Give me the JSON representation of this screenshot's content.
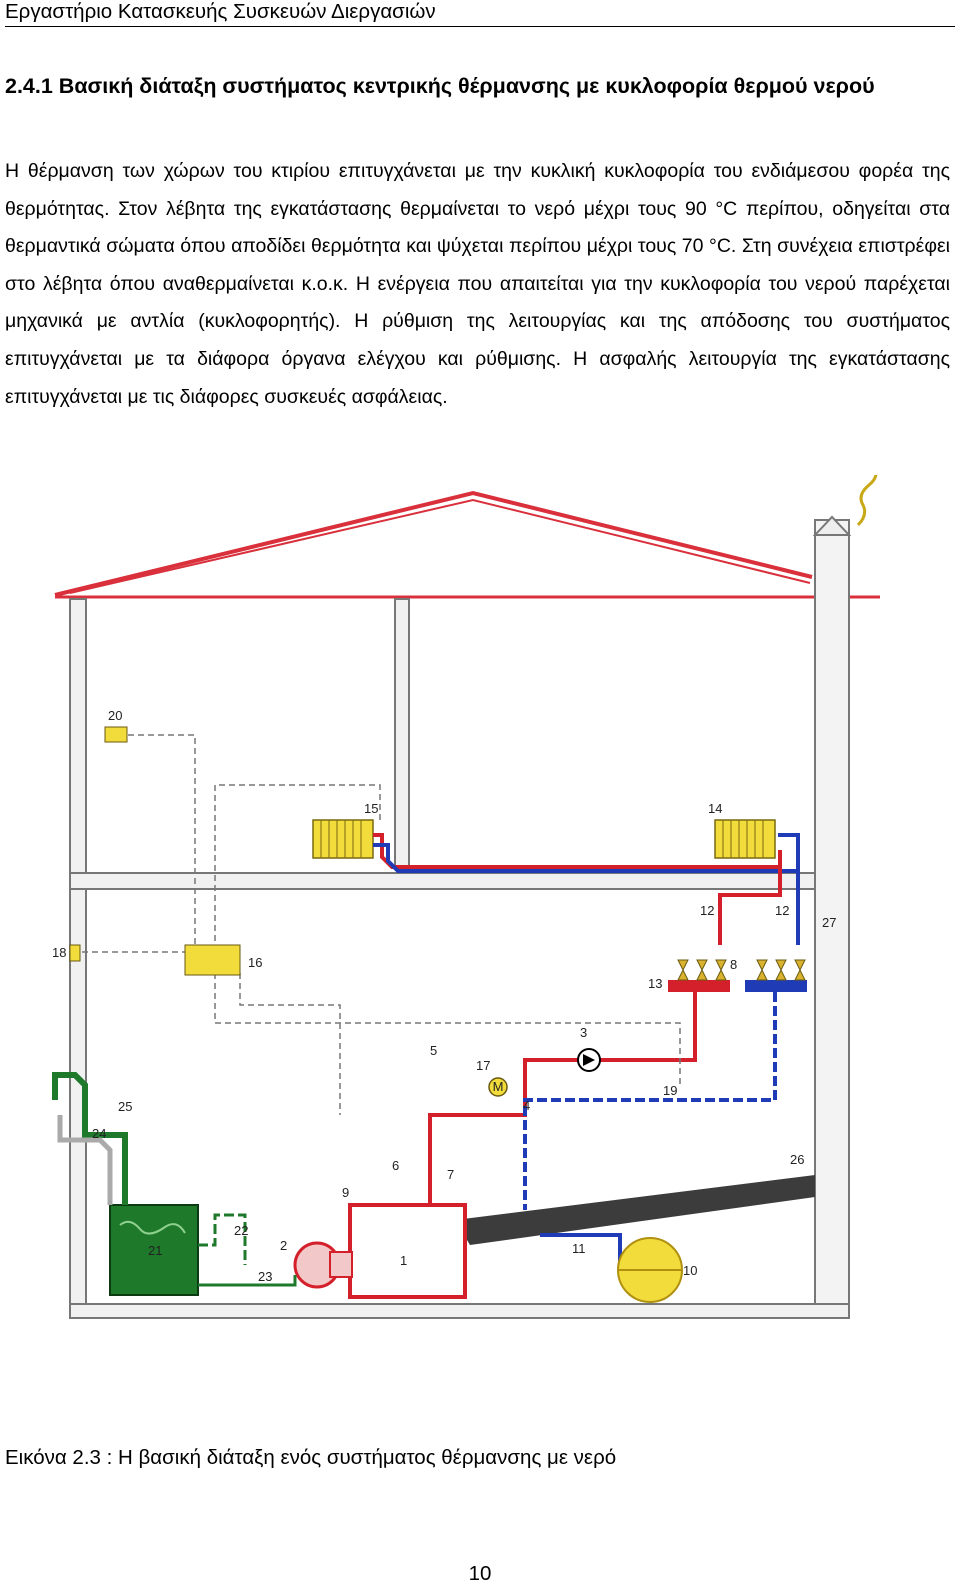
{
  "header": {
    "title": "Εργαστήριο Κατασκευής Συσκευών Διεργασιών"
  },
  "section": {
    "heading": "2.4.1 Βασική διάταξη συστήματος κεντρικής θέρμανσης με κυκλοφορία θερμού νερού",
    "paragraph": "Η θέρμανση των χώρων του κτιρίου επιτυγχάνεται με την κυκλική κυκλοφορία του ενδιάμεσου φορέα της θερμότητας. Στον λέβητα της εγκατάστασης θερμαίνεται το νερό μέχρι τους 90 °C περίπου, οδηγείται στα θερμαντικά σώματα όπου αποδίδει θερμότητα και ψύχεται περίπου μέχρι τους 70 °C. Στη συνέχεια επιστρέφει στο λέβητα όπου αναθερμαίνεται κ.ο.κ. Η ενέργεια που απαιτείται για την κυκλοφορία του νερού παρέχεται μηχανικά με αντλία (κυκλοφορητής). Η ρύθμιση της λειτουργίας και της απόδοσης του συστήματος επιτυγχάνεται με τα διάφορα όργανα ελέγχου και ρύθμισης. Η ασφαλής λειτουργία της εγκατάστασης επιτυγχάνεται με τις διάφορες συσκευές ασφάλειας."
  },
  "figure": {
    "labels": {
      "l1": "1",
      "l2": "2",
      "l3": "3",
      "l4": "4",
      "l5": "5",
      "l6": "6",
      "l7": "7",
      "l8": "8",
      "l9": "9",
      "l10": "10",
      "l11": "11",
      "l12a": "12",
      "l12b": "12",
      "l13": "13",
      "l14": "14",
      "l15": "15",
      "l16": "16",
      "l17": "17",
      "l18": "18",
      "l19": "19",
      "l20": "20",
      "l21": "21",
      "l22": "22",
      "l23": "23",
      "l24": "24",
      "l25": "25",
      "l26": "26",
      "l27": "27",
      "pump_m": "M"
    },
    "colors": {
      "roof": "#d9303c",
      "supply": "#d4202a",
      "return": "#1f3bb5",
      "radiator": "#f2dc3c",
      "oil_tank": "#1e7a2a",
      "wall": "#666666"
    }
  },
  "caption": {
    "text": "Εικόνα 2.3 : Η βασική διάταξη ενός συστήματος θέρμανσης με νερό"
  },
  "footer": {
    "page_number": "10"
  }
}
